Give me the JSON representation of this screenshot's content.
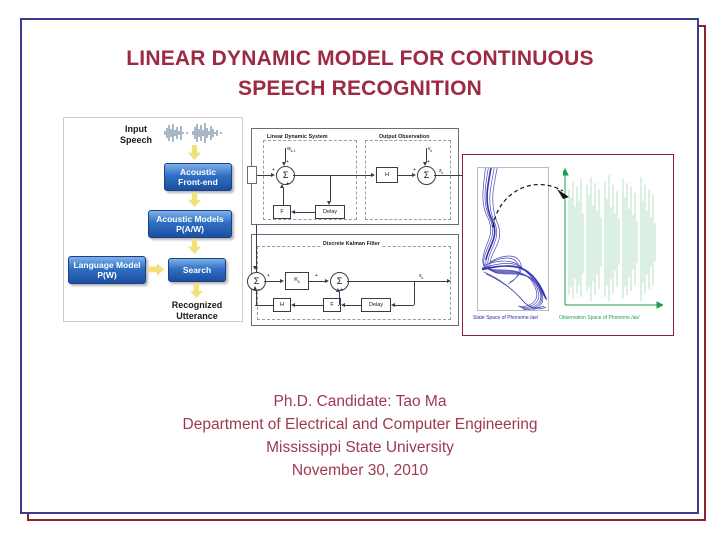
{
  "slide": {
    "title_lines": [
      "LINEAR DYNAMIC MODEL FOR CONTINUOUS",
      "SPEECH RECOGNITION"
    ],
    "footer_lines": [
      "Ph.D. Candidate: Tao Ma",
      "Department of Electrical and Computer Engineering",
      "Mississippi State University",
      "November 30, 2010"
    ],
    "colors": {
      "title": "#9d2a40",
      "footer": "#9d3a4e",
      "frame_outer_navy": "#3b3a8f",
      "frame_inner_red": "#8c2231",
      "block_blue": "#2f6fc4",
      "arrow_yellow": "#f2e07a",
      "state_trace": "#2a2ab0",
      "observation_trace": "#1f9d4f"
    }
  },
  "pipeline": {
    "input_label_lines": [
      "Input",
      "Speech"
    ],
    "boxes": [
      {
        "label_lines": [
          "Acoustic",
          "Front-end"
        ]
      },
      {
        "label_lines": [
          "Acoustic Models",
          "P(A/W)"
        ]
      },
      {
        "label_lines": [
          "Language Model",
          "P(W)"
        ]
      },
      {
        "label_lines": [
          "Search"
        ]
      }
    ],
    "output_label_lines": [
      "Recognized",
      "Utterance"
    ]
  },
  "block_diagram": {
    "sections": [
      {
        "title": "Linear Dynamic System"
      },
      {
        "title": "Output Observation"
      },
      {
        "title": "Discrete Kalman Filter"
      }
    ],
    "signals": {
      "process_noise": "w",
      "process_noise_sub": "k-1",
      "measurement_noise": "v",
      "measurement_noise_sub": "k",
      "observation": "z",
      "observation_sub": "k",
      "state_estimate": "x",
      "state_estimate_sub": "k"
    },
    "units": {
      "observation_matrix": "H",
      "transition_matrix": "F",
      "delay": "Delay",
      "kalman_gain": "K",
      "kalman_gain_sub": "k",
      "summer": "Σ",
      "plus": "+",
      "minus": "−"
    }
  },
  "spaces": {
    "state_caption": "State Space of Phoneme /ae/",
    "observation_caption": "Observation Space of Phoneme /ae/"
  }
}
